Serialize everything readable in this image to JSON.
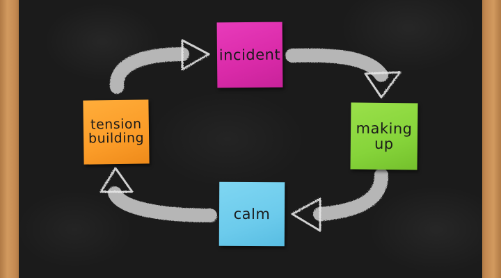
{
  "notes": {
    "incident": "incident",
    "making_up_line1": "making",
    "making_up_line2": "up",
    "calm": "calm",
    "tension_line1": "tension",
    "tension_line2": "building"
  },
  "colors": {
    "chalkboard": "#1b1b1b",
    "frame": "#c48a52",
    "chalk": "#d9d9d9",
    "incident_note": "#d92aa8",
    "making_up_note": "#86d43a",
    "calm_note": "#6ccbec",
    "tension_note": "#fb9c28"
  }
}
